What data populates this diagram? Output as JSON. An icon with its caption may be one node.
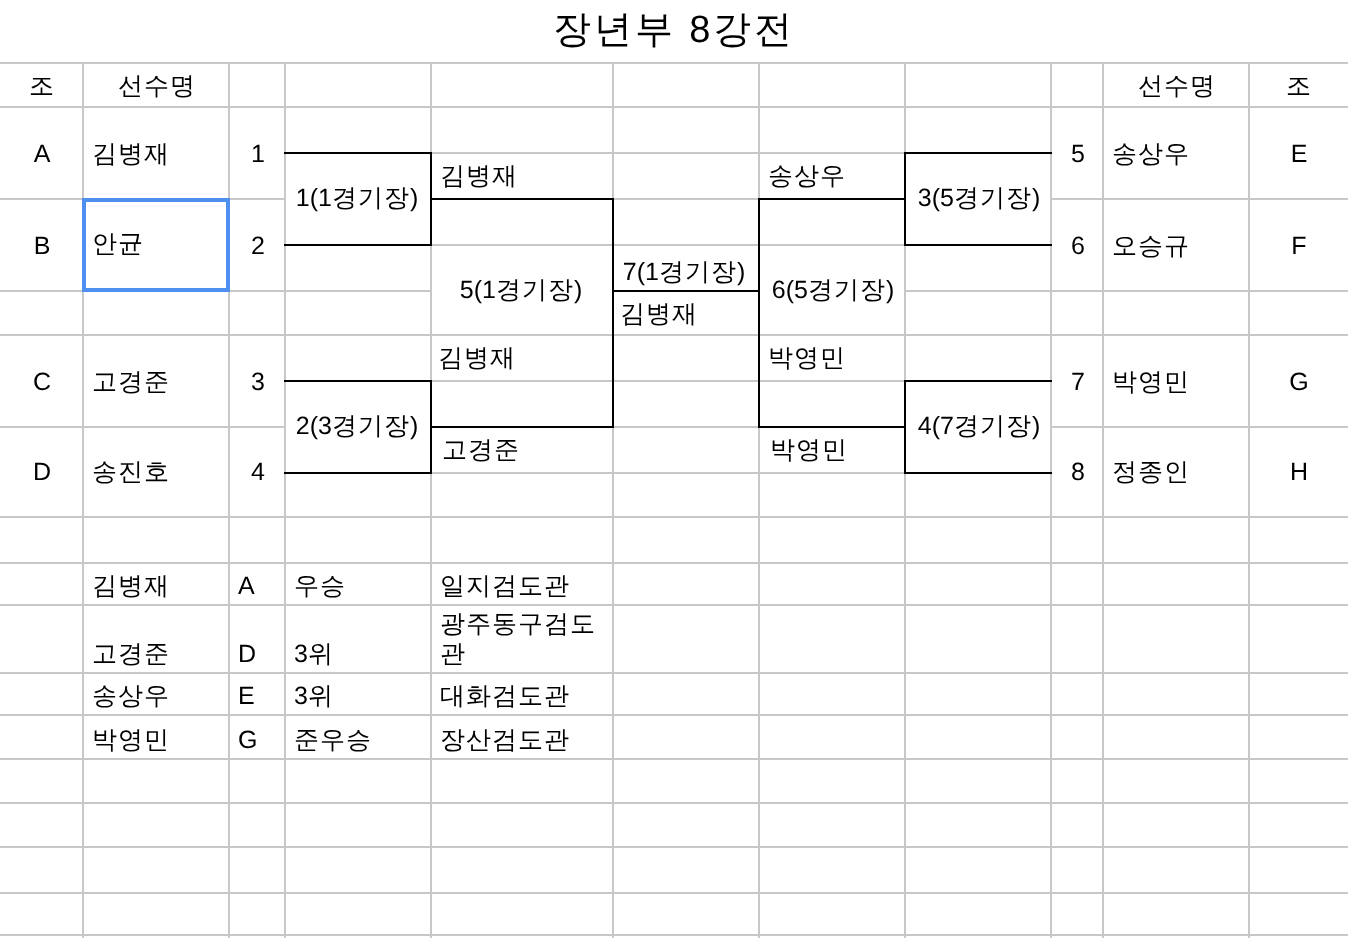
{
  "diagram": {
    "title": "장년부 8강전",
    "nodes": [
      {
        "text": [
          "1(1경기장)"
        ]
      },
      {
        "text": [
          "3(5경기장)"
        ]
      },
      {
        "text": [
          "5(1경기장)",
          "김병재"
        ],
        "beside": [
          "김병재",
          "고경준"
        ]
      },
      {
        "text": [
          "7(1경기장)",
          "김병재"
        ]
      },
      {
        "text": [
          "6(5경기장)",
          "박영민"
        ],
        "beside": [
          "송상우",
          "박영민"
        ]
      },
      {
        "text": [
          "2(3경기장)"
        ]
      },
      {
        "text": [
          "4(7경기장)"
        ]
      }
    ],
    "labels": [
      "조",
      "선수명",
      "선수명",
      "조",
      "A",
      "김병재",
      "1",
      "5",
      "송상우",
      "E",
      "B",
      "안균",
      "2",
      "6",
      "오승규",
      "F",
      "C",
      "고경준",
      "3",
      "7",
      "박영민",
      "G",
      "D",
      "송진호",
      "4",
      "8",
      "정종인",
      "H",
      "김병재",
      "A",
      "우승",
      "일지검도관",
      "고경준",
      "D",
      "3위",
      "광주동구검도관",
      "송상우",
      "E",
      "3위",
      "대화검도관",
      "박영민",
      "G",
      "준우승",
      "장산검도관"
    ]
  }
}
